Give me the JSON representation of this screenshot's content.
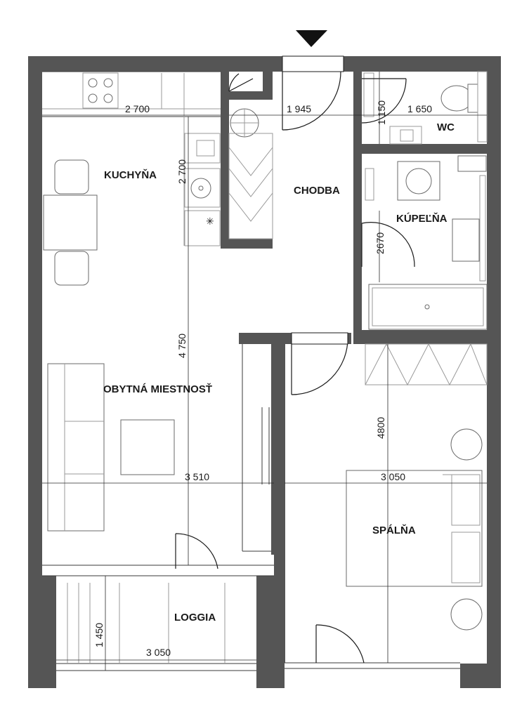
{
  "rooms": {
    "kitchen": "KUCHYŇA",
    "hall": "CHODBA",
    "wc": "WC",
    "bathroom": "KÚPEĽŇA",
    "living": "OBYTNÁ MIESTNOSŤ",
    "bedroom": "SPÁLŇA",
    "loggia": "LOGGIA"
  },
  "dimensions": {
    "kitchen_width": "2 700",
    "kitchen_depth": "2 700",
    "hall_width": "1 945",
    "wc_depth": "1 150",
    "wc_width": "1 650",
    "bath_depth": "2670",
    "living_depth": "4 750",
    "living_width": "3 510",
    "bedroom_depth": "4800",
    "bedroom_width": "3 050",
    "loggia_depth": "1 450",
    "loggia_width": "3 050"
  },
  "entrance_marker": "entrance-arrow"
}
